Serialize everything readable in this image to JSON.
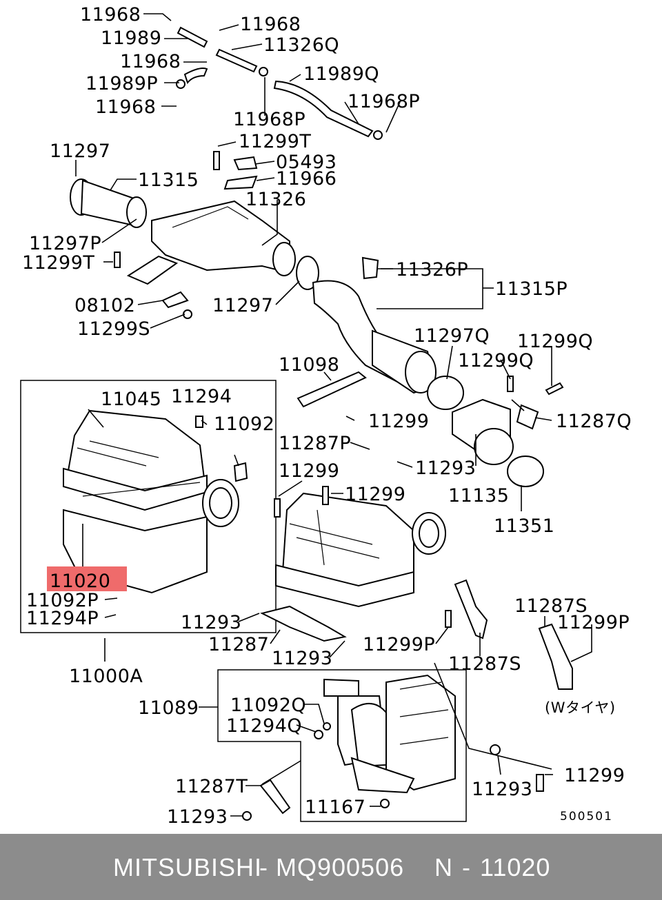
{
  "callouts": {
    "c1": "11968",
    "c2": "11989",
    "c3": "11968",
    "c4": "11326Q",
    "c5": "11968",
    "c6": "11989P",
    "c7": "11968",
    "c8": "11989Q",
    "c9": "11968P",
    "c10": "11968P",
    "c11": "11299T",
    "c12": "05493",
    "c13": "11966",
    "c14": "11297",
    "c15": "11315",
    "c16": "11326",
    "c17": "11297P",
    "c18": "11299T",
    "c19": "11326P",
    "c20": "11315P",
    "c21": "08102",
    "c22": "11297",
    "c23": "11299S",
    "c24": "11297Q",
    "c25": "11299Q",
    "c26": "11098",
    "c27": "11299Q",
    "c28": "11045",
    "c29": "11294",
    "c30": "11092",
    "c31": "11299",
    "c32": "11287Q",
    "c33": "11287P",
    "c34": "11293",
    "c35": "11299",
    "c36": "11299",
    "c37": "11135",
    "c38": "11351",
    "c39": "11020",
    "c40": "11092P",
    "c41": "11294P",
    "c42": "11293",
    "c43": "11287S",
    "c44": "11299P",
    "c45": "11287",
    "c46": "11299P",
    "c47": "11293",
    "c48": "11287S",
    "c49": "11000A",
    "c50": "(Wタイヤ)",
    "c51": "11089",
    "c52": "11092Q",
    "c53": "11294Q",
    "c54": "11287T",
    "c55": "11299",
    "c56": "11293",
    "c57": "11167",
    "c58": "11293"
  },
  "diagram_code": "500501",
  "footer": {
    "brand": "MITSUBISHI",
    "sep1": "-",
    "part_number": "MQ900506",
    "letter": "N",
    "sep2": "-",
    "ref": "11020"
  },
  "colors": {
    "highlight": "#ef6b6b",
    "footer_bg": "#8c8c8c",
    "footer_text": "#ffffff"
  }
}
